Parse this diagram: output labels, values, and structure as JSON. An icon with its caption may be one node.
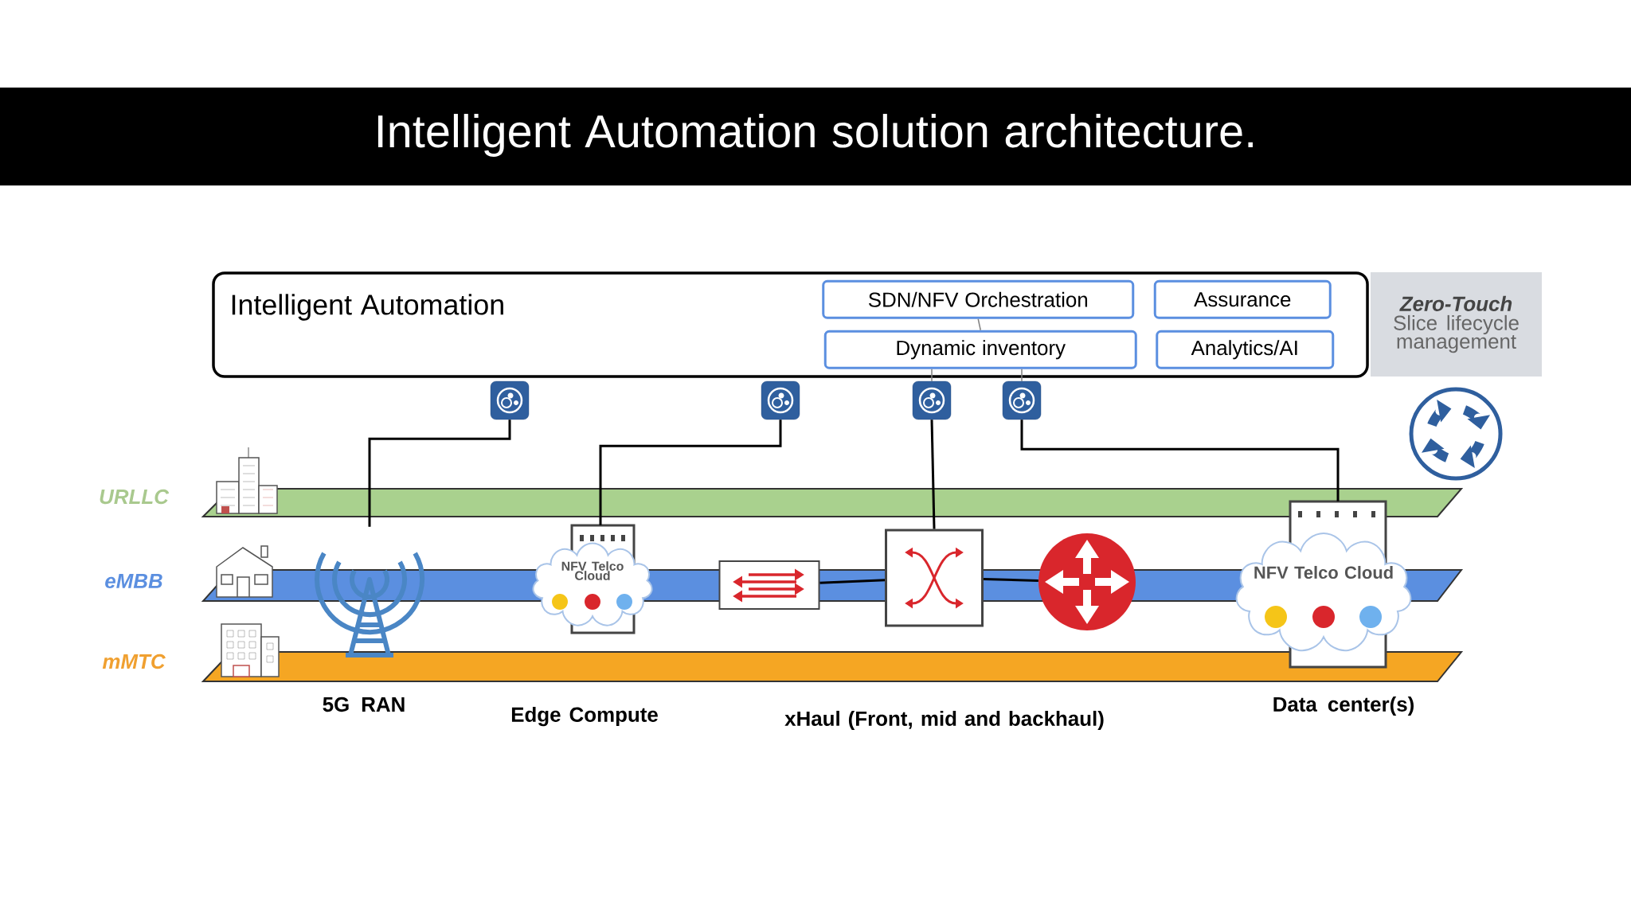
{
  "diagram": {
    "title": "Intelligent Automation solution architecture.",
    "nodes": [
      {
        "text": [
          "Intelligent Automation"
        ]
      },
      {
        "text": [
          "SDN/NFV Orchestration"
        ],
        "in": 0
      },
      {
        "text": [
          "Assurance"
        ],
        "in": 0
      },
      {
        "text": [
          "Dynamic inventory"
        ],
        "in": 0
      },
      {
        "text": [
          "Analytics/AI"
        ],
        "in": 0
      },
      {
        "text": [
          "Zero-Touch",
          "Slice lifecycle management"
        ]
      },
      {
        "text": [],
        "shape": "box"
      },
      {
        "text": [],
        "shape": "box"
      },
      {
        "text": [],
        "shape": "box"
      },
      {
        "text": [],
        "shape": "box"
      },
      {
        "text": [],
        "shape": "antenna",
        "beside": [
          "5G RAN"
        ]
      },
      {
        "text": [
          "NFV Telco Cloud"
        ],
        "beside": [
          "Edge Compute"
        ]
      },
      {
        "text": [],
        "shape": "box"
      },
      {
        "text": [],
        "shape": "box"
      },
      {
        "text": [],
        "shape": "circle"
      },
      {
        "text": [
          "NFV Telco Cloud"
        ],
        "beside": [
          "Data center(s)"
        ]
      }
    ],
    "edges": [
      {
        "from": 1,
        "to": 3,
        "arrow": "none",
        "color": "#808080"
      },
      {
        "from": 3,
        "to": 8,
        "arrow": "none",
        "color": "#808080"
      },
      {
        "from": 3,
        "to": 9,
        "arrow": "none",
        "color": "#808080"
      },
      {
        "from": 6,
        "to": 10,
        "arrow": "none"
      },
      {
        "from": 7,
        "to": 11,
        "arrow": "none"
      },
      {
        "from": 8,
        "to": 13,
        "arrow": "none"
      },
      {
        "from": 9,
        "to": 15,
        "arrow": "none"
      },
      {
        "from": 12,
        "to": 13,
        "arrow": "none"
      },
      {
        "from": 13,
        "to": 14,
        "arrow": "none"
      }
    ],
    "labels": [
      "URLLC",
      "eMBB",
      "mMTC",
      "xHaul (Front, mid and backhaul)"
    ]
  }
}
